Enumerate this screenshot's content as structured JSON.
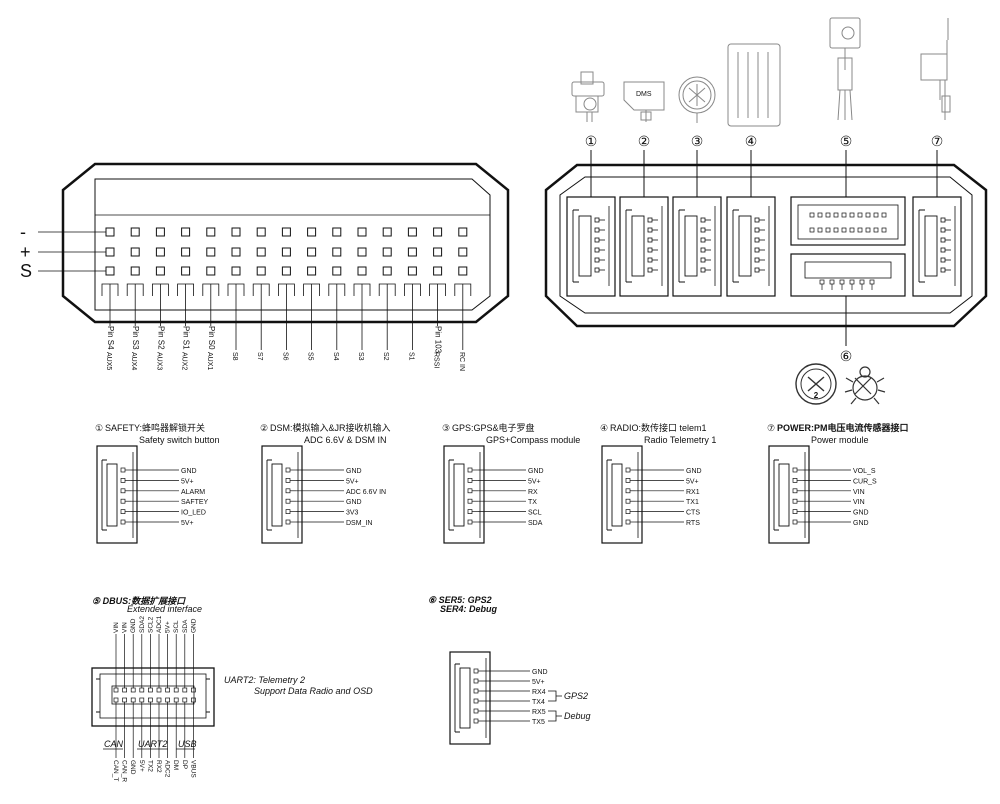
{
  "left_header": {
    "rail_labels": [
      "-",
      "+",
      "S"
    ],
    "pins": [
      {
        "top": "Pin S4",
        "bottom": "AUX5"
      },
      {
        "top": "Pin S3",
        "bottom": "AUX4"
      },
      {
        "top": "Pin S2",
        "bottom": "AUX3"
      },
      {
        "top": "Pin S1",
        "bottom": "AUX2"
      },
      {
        "top": "Pin S0",
        "bottom": "AUX1"
      },
      {
        "top": "",
        "bottom": "S8"
      },
      {
        "top": "",
        "bottom": "S7"
      },
      {
        "top": "",
        "bottom": "S6"
      },
      {
        "top": "",
        "bottom": "S5"
      },
      {
        "top": "",
        "bottom": "S4"
      },
      {
        "top": "",
        "bottom": "S3"
      },
      {
        "top": "",
        "bottom": "S2"
      },
      {
        "top": "",
        "bottom": "S1"
      },
      {
        "top": "Pin 103",
        "bottom": "RSSI"
      },
      {
        "top": "",
        "bottom": "RC IN"
      }
    ]
  },
  "right_header": {
    "numbers": [
      "①",
      "②",
      "③",
      "④",
      "⑤",
      "⑦"
    ],
    "bottom_number": "⑥",
    "device_icons": [
      "buzzer-switch-icon",
      "dsm-receiver-icon",
      "gps-compass-icon",
      "telemetry-radio-icon",
      "dbus-extension-icon",
      "power-module-icon",
      "gps2-module-icon",
      "debug-bug-icon"
    ],
    "device_text": {
      "dsm": "DMS",
      "gps2": "2"
    }
  },
  "pinouts": [
    {
      "title_prefix": "①",
      "title": "SAFETY:蜂鸣器解锁开关",
      "subtitle": "Safety switch button",
      "pins": [
        "GND",
        "5V+",
        "ALARM",
        "SAFTEY",
        "IO_LED",
        "5V+"
      ]
    },
    {
      "title_prefix": "②",
      "title": "DSM:模拟输入&JR接收机输入",
      "subtitle": "ADC 6.6V & DSM IN",
      "pins": [
        "GND",
        "5V+",
        "ADC 6.6V IN",
        "GND",
        "3V3",
        "DSM_IN"
      ]
    },
    {
      "title_prefix": "③",
      "title": "GPS:GPS&电子罗盘",
      "subtitle": "GPS+Compass module",
      "pins": [
        "GND",
        "5V+",
        "RX",
        "TX",
        "SCL",
        "SDA"
      ]
    },
    {
      "title_prefix": "④",
      "title": "RADIO:数传接口 telem1",
      "subtitle": "Radio Telemetry 1",
      "pins": [
        "GND",
        "5V+",
        "RX1",
        "TX1",
        "CTS",
        "RTS"
      ]
    },
    {
      "title_prefix": "⑦",
      "title": "POWER:PM电压电流传感器接口",
      "subtitle": "Power module",
      "pins": [
        "VOL_S",
        "CUR_S",
        "VIN",
        "VIN",
        "GND",
        "GND"
      ]
    }
  ],
  "dbus": {
    "title": "⑤ DBUS:数据扩展接口",
    "subtitle": "Extended interface",
    "top_pins": [
      "VIN",
      "VIN",
      "GND",
      "SDA2",
      "SCL2",
      "ADC1",
      "5V+",
      "SCL",
      "SDA",
      "GND"
    ],
    "bottom_pins": [
      "CAN_T",
      "CAN_R",
      "GND",
      "5V+",
      "TX2",
      "RX2",
      "ADC2",
      "DM",
      "DP",
      "VBUS"
    ],
    "group_labels": [
      "CAN",
      "UART2",
      "USB"
    ],
    "note_line1": "UART2: Telemetry 2",
    "note_line2": "Support Data Radio and OSD"
  },
  "ser5": {
    "title_line1": "⑥ SER5: GPS2",
    "title_line2": "SER4: Debug",
    "pins": [
      "GND",
      "5V+",
      "RX4",
      "TX4",
      "RX5",
      "TX5"
    ],
    "groups": [
      "GPS2",
      "Debug"
    ]
  }
}
